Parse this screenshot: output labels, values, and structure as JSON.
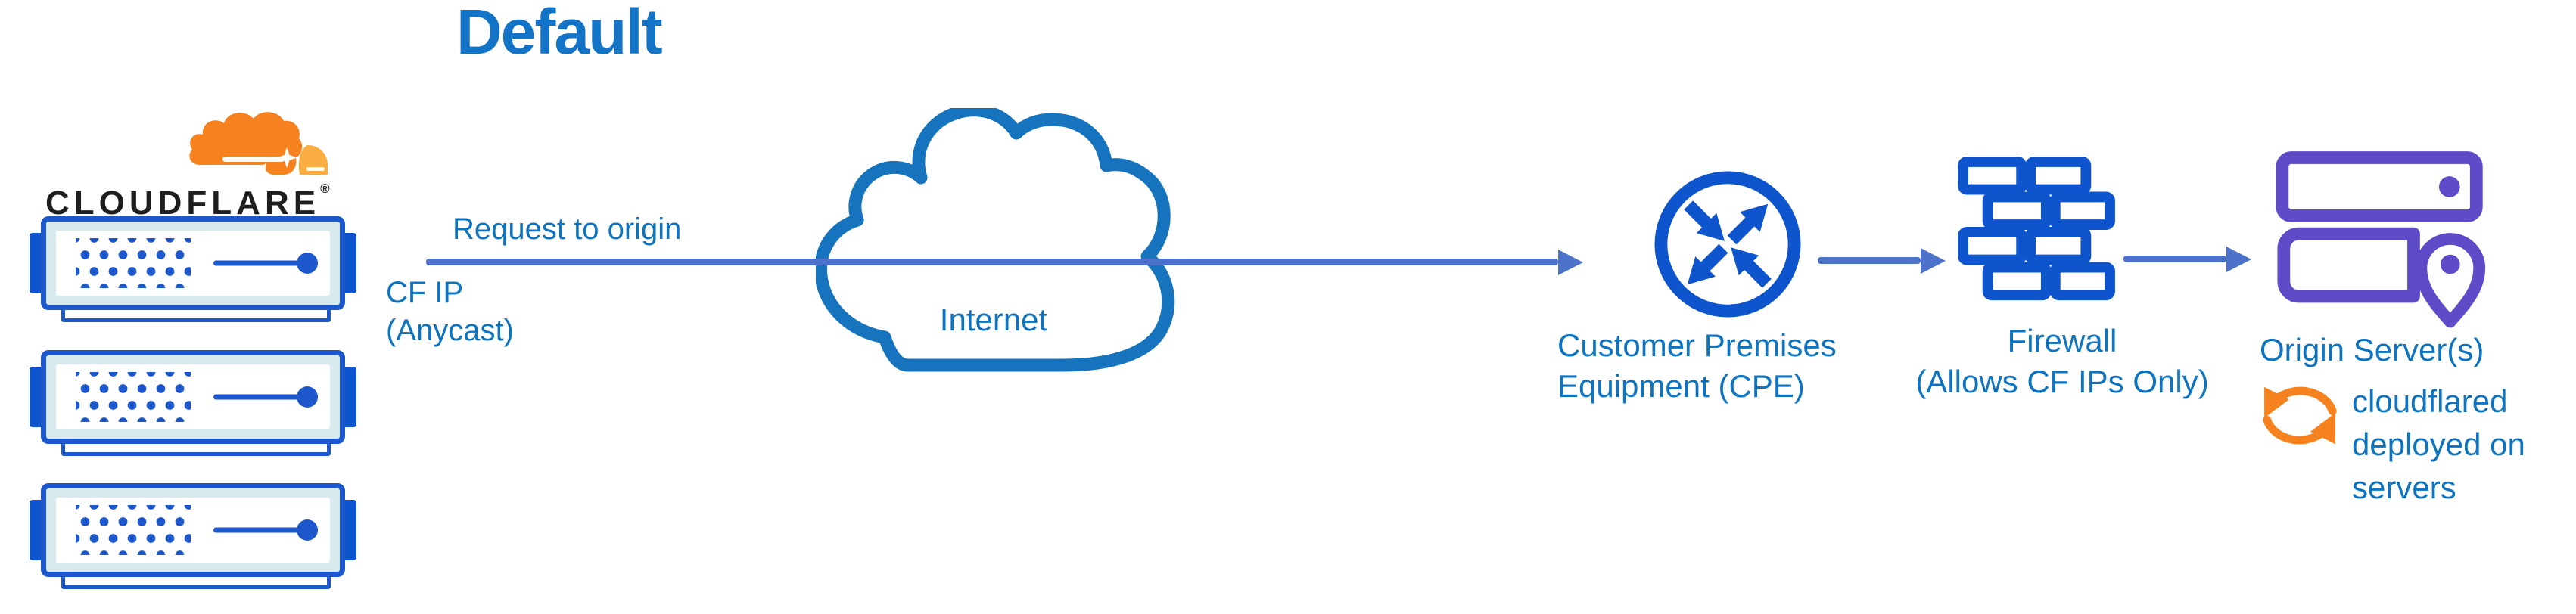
{
  "title": "Default",
  "colors": {
    "label_text": "#0e74c0",
    "title_text": "#1373c6",
    "flow_line": "#4c73c9",
    "icon_blue": "#0e55cd",
    "server_blue": "#1d57cc",
    "server_panel": "#d8eaee",
    "origin_purple": "#5d4bc8",
    "cloudflare_orange": "#f6821f",
    "cloudflare_orange_light": "#fbad41",
    "wordmark_dark": "#1c1e20",
    "cloud_outline": "#1574bd"
  },
  "cloudflare": {
    "wordmark": "CLOUDFLARE",
    "registered_mark": "®",
    "logo_icon": "cloudflare-cloud-logo",
    "server_icon": "edge-server-icon",
    "server_count": 3
  },
  "flow": {
    "request_label": "Request to origin",
    "ip_lines": [
      "CF IP",
      "(Anycast)"
    ]
  },
  "internet": {
    "label": "Internet",
    "icon": "internet-cloud-icon"
  },
  "cpe": {
    "lines": [
      "Customer Premises",
      "Equipment (CPE)"
    ],
    "icon": "router-crossed-arrows-icon"
  },
  "firewall": {
    "lines": [
      "Firewall",
      "(Allows CF IPs Only)"
    ],
    "icon": "brick-wall-icon"
  },
  "origin": {
    "label": "Origin Server(s)",
    "icon": "origin-servers-location-icon",
    "note_lines": [
      "cloudflared",
      "deployed on",
      "servers"
    ],
    "note_icon": "sync-arrows-icon"
  }
}
